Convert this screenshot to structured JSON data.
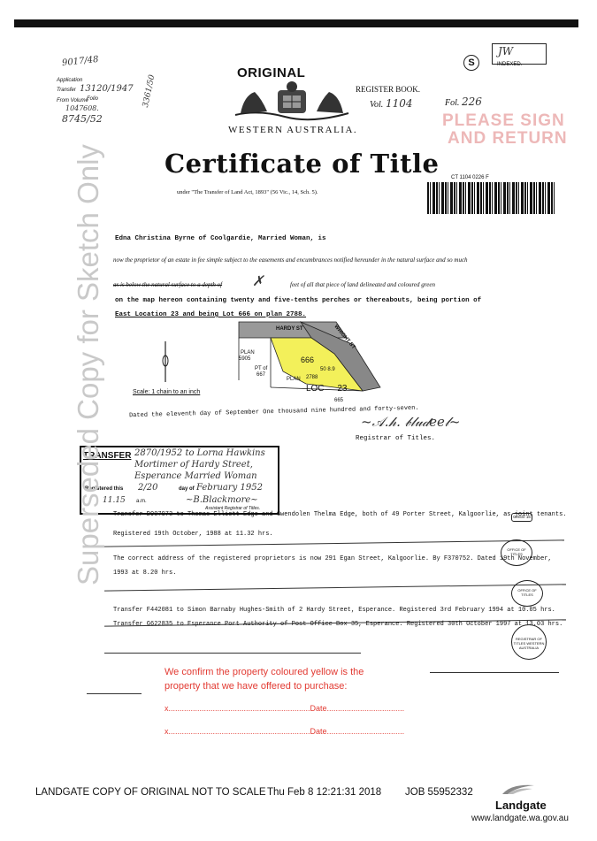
{
  "header": {
    "ref_top": "9017/48",
    "application_label": "Application",
    "transfer_label": "Transfer",
    "transfer_value": "13120/1947",
    "from_volume_label": "From Volume",
    "folio_label": "Folio",
    "volume_value": "1047",
    "folio_value": "608.",
    "side_ref": "3361/50",
    "bottom_ref": "8745/52",
    "original": "ORIGINAL",
    "circle_badge": "S",
    "indexed": "INDEXED.",
    "indexed_initials": "JW",
    "register_book": "REGISTER BOOK.",
    "vol_label": "Vol.",
    "vol_value": "1104",
    "fol_label": "Fol.",
    "fol_value": "226",
    "state": "WESTERN AUSTRALIA.",
    "stamp": [
      "PLEASE SIGN",
      "AND RETURN"
    ]
  },
  "certificate": {
    "title": "Certificate of Title",
    "subtitle": "under \"The Transfer of Land Act, 1893\" (56 Vic., 14, Sch. 5).",
    "barcode_id": "CT 1104 0226 F"
  },
  "grant": {
    "proprietor": "Edna Christina Byrne of Coolgardie, Married Woman, is",
    "line2": "now the proprietor of an estate in fee simple subject to the easements and encumbrances notified hereunder in the natural surface and so much",
    "line3": "as is below the natural surface to a depth of",
    "line3b": "feet of all that piece of land delineated and coloured green",
    "line4": "on the map hereon containing twenty and five-tenths perches or thereabouts, being portion of",
    "line5": "East Location 23 and being Lot 666 on plan 2788.",
    "scale": "Scale: 1 chain to an inch",
    "dated": "Dated the eleventh day of September One thousand nine hundred and forty-seven.",
    "registrar": "Registrar of Titles."
  },
  "map": {
    "street": "HARDY",
    "street_suffix": "ST",
    "road": "WRIGHT ST",
    "plan_left": "PLAN",
    "plan_left_no": "5905",
    "lot": "666",
    "lot_dims": "50 8.9",
    "pt_of": "PT of",
    "pt_of_no": "667",
    "plan_center": "PLAN",
    "plan_center_no": "2788",
    "loc": "LOC",
    "loc_no": "23",
    "below_no": "665"
  },
  "transfer_box": {
    "label": "TRANSFER",
    "handwritten": "2870/1952 to Lorna Hawkins Mortimer of Hardy Street, Esperance Married Woman",
    "registered_label": "Registered this",
    "day_value": "2/20",
    "day_label": "day of",
    "month_value": "February 1952",
    "time_value": "11.15",
    "time_unit": "a.m.",
    "asst_registrar": "Assistant Registrar of Titles."
  },
  "entries": [
    {
      "text": "Transfer D907973 to Thomas Elliott Edge and Gwendolen Thelma Edge, both of 49 Porter Street, Kalgoorlie, as joint tenants.",
      "text2": "Registered 19th October, 1988 at 11.32 hrs.",
      "stamp": "Centre 16"
    },
    {
      "text": "The correct address of the registered proprietors is now 291 Egan Street, Kalgoorlie. By F370752. Dated 19th November,",
      "text2": "1993 at 8.20 hrs.",
      "stamp": "OFFICE OF TITLES"
    },
    {
      "text": "Transfer F442081 to Simon Barnaby Hughes-Smith of 2 Hardy Street, Esperance.   Registered 3rd February 1994 at 10.05 hrs.",
      "text2": "",
      "stamp": "OFFICE OF TITLES"
    },
    {
      "text": "Transfer G622835 to Esperance Port Authority of Post Office Box 35, Esperance.  Registered 30th October 1997 at 13.03 hrs.",
      "text2": "",
      "stamp": "REGISTRAR OF TITLES WESTERN AUSTRALIA"
    }
  ],
  "confirm": {
    "line1": "We confirm the property coloured yellow is the",
    "line2": "property that we have offered to purchase:",
    "x": "x",
    "date": "Date",
    "dots1": "................................................................",
    "dots2": "..................................."
  },
  "watermark": "Superseded Copy for Sketch Only",
  "footer": {
    "text": "LANDGATE COPY OF ORIGINAL NOT TO SCALE",
    "datetime": "Thu Feb 8 12:21:31 2018",
    "job": "JOB 55952332",
    "brand": "Landgate",
    "url": "www.landgate.wa.gov.au"
  },
  "colors": {
    "lot_fill": "#f3f05a",
    "stamp_red": "#e9a7a7",
    "confirm_red": "#e23a32"
  }
}
